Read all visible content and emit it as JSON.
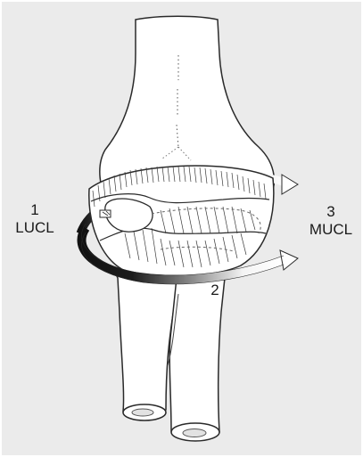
{
  "labels": {
    "lucl": {
      "number": "1",
      "name": "LUCL"
    },
    "mucl": {
      "number": "3",
      "name": "MUCL"
    },
    "stage2": {
      "number": "2"
    }
  },
  "colors": {
    "background_panel": "#ebebeb",
    "bone_fill": "#ffffff",
    "outline": "#2a2a2a",
    "arrow_dark": "#111111",
    "arrow_light": "#ffffff",
    "text": "#1a1a1a"
  }
}
